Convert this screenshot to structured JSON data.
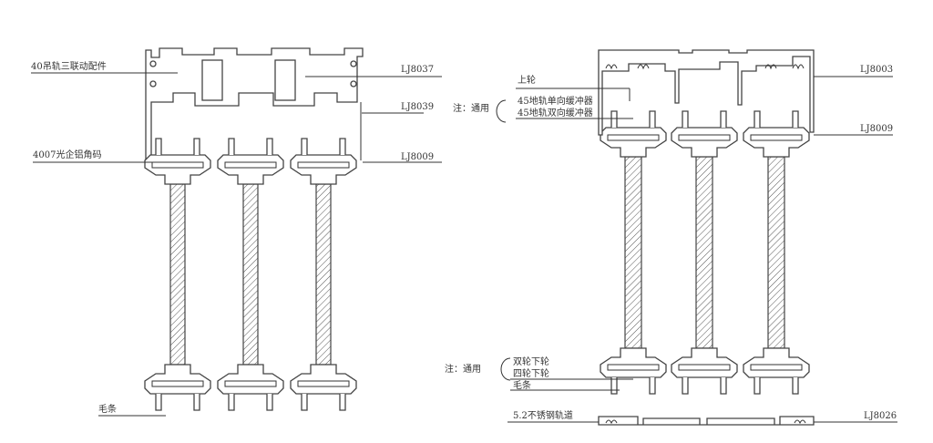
{
  "left_assembly": {
    "labels": {
      "hanging_rail_linkage": "40吊轨三联动配件",
      "top_profile": "LJ8037",
      "side_profile": "LJ8039",
      "corner_key": "4007光企铝角码",
      "sash_profile": "LJ8009",
      "brush_strip": "毛条"
    }
  },
  "right_assembly": {
    "labels": {
      "top_profile": "LJ8003",
      "upper_wheel": "上轮",
      "note_top": "注：通用",
      "buffer_single": "45地轨单向缓冲器",
      "buffer_double": "45地轨双向缓冲器",
      "sash_profile": "LJ8009",
      "note_bottom": "注：通用",
      "double_wheel": "双轮下轮",
      "four_wheel": "四轮下轮",
      "brush_strip": "毛条",
      "track": "5.2不锈钢轨道",
      "track_profile": "LJ8026"
    }
  }
}
